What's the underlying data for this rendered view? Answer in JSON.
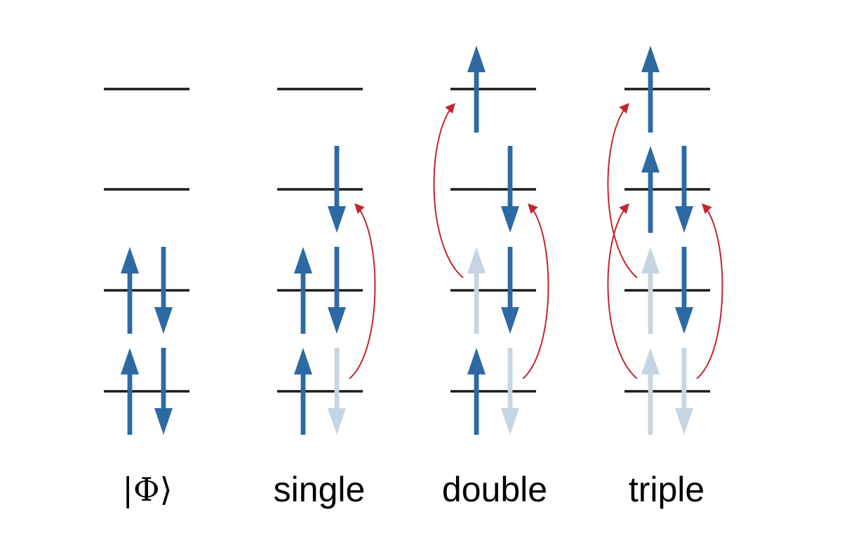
{
  "colors": {
    "level_line": "#1a1a1a",
    "spin_arrow": "#2d6aa3",
    "vacated_arrow": "#c6d5e4",
    "excitation_arrow": "#c0272d"
  },
  "panels": [
    {
      "label": "|Φ⟩",
      "kind": "reference-determinant",
      "levels": [
        {
          "level": 4,
          "up": "none",
          "down": "none"
        },
        {
          "level": 3,
          "up": "none",
          "down": "none"
        },
        {
          "level": 2,
          "up": "occupied",
          "down": "occupied"
        },
        {
          "level": 1,
          "up": "occupied",
          "down": "occupied"
        }
      ],
      "excitations": []
    },
    {
      "label": "single",
      "kind": "single-excitation",
      "levels": [
        {
          "level": 4,
          "up": "none",
          "down": "none"
        },
        {
          "level": 3,
          "up": "none",
          "down": "occupied"
        },
        {
          "level": 2,
          "up": "occupied",
          "down": "occupied"
        },
        {
          "level": 1,
          "up": "occupied",
          "down": "vacated"
        }
      ],
      "excitations": [
        {
          "from_level": 1,
          "to_level": 3,
          "side": "right"
        }
      ]
    },
    {
      "label": "double",
      "kind": "double-excitation",
      "levels": [
        {
          "level": 4,
          "up": "occupied",
          "down": "none"
        },
        {
          "level": 3,
          "up": "none",
          "down": "occupied"
        },
        {
          "level": 2,
          "up": "vacated",
          "down": "occupied"
        },
        {
          "level": 1,
          "up": "occupied",
          "down": "vacated"
        }
      ],
      "excitations": [
        {
          "from_level": 1,
          "to_level": 3,
          "side": "right"
        },
        {
          "from_level": 2,
          "to_level": 4,
          "side": "left"
        }
      ]
    },
    {
      "label": "triple",
      "kind": "triple-excitation",
      "levels": [
        {
          "level": 4,
          "up": "occupied",
          "down": "none"
        },
        {
          "level": 3,
          "up": "occupied",
          "down": "occupied"
        },
        {
          "level": 2,
          "up": "vacated",
          "down": "occupied"
        },
        {
          "level": 1,
          "up": "vacated",
          "down": "vacated"
        }
      ],
      "excitations": [
        {
          "from_level": 1,
          "to_level": 3,
          "side": "right"
        },
        {
          "from_level": 1,
          "to_level": 3,
          "side": "left"
        },
        {
          "from_level": 2,
          "to_level": 4,
          "side": "left"
        }
      ]
    }
  ]
}
